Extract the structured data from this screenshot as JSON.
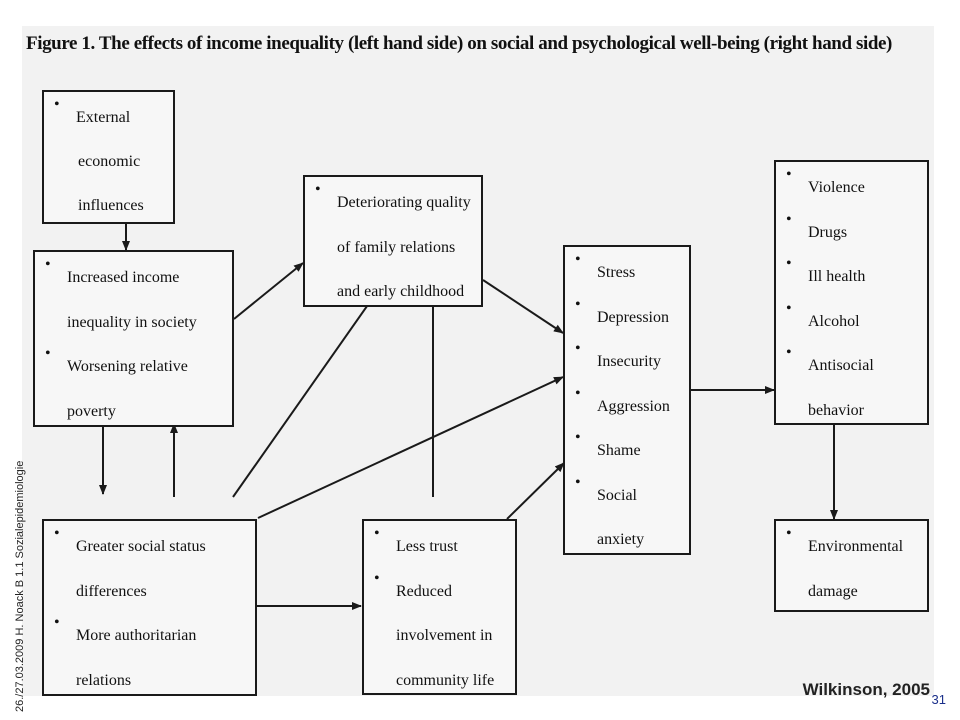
{
  "title": "Figure 1. The effects of income inequality (left hand side) on social and psychological well-being (right hand side)",
  "boxes": {
    "external": [
      "External economic influences"
    ],
    "inequality": [
      "Increased income inequality in society",
      "Worsening relative poverty"
    ],
    "family": [
      "Deteriorating quality of family relations and early childhood"
    ],
    "status": [
      "Greater social status differences",
      "More authoritarian relations"
    ],
    "trust": [
      "Less trust",
      "Reduced involvement in community life"
    ],
    "psych": [
      "Stress",
      "Depression",
      "Insecurity",
      "Aggression",
      "Shame",
      "Social anxiety"
    ],
    "outcomes": [
      "Violence",
      "Drugs",
      "Ill health",
      "Alcohol",
      "Antisocial behavior"
    ],
    "environment": [
      "Environmental damage"
    ]
  },
  "lines": {
    "external": [
      [
        "External"
      ],
      [
        "economic"
      ],
      [
        "influences"
      ]
    ],
    "inequality": [
      [
        "Increased income",
        "inequality in society"
      ],
      [
        "Worsening relative",
        "poverty"
      ]
    ],
    "family": [
      [
        "Deteriorating quality",
        "of family relations",
        "and early childhood"
      ]
    ],
    "status": [
      [
        "Greater social status",
        "differences"
      ],
      [
        "More authoritarian",
        "relations"
      ]
    ],
    "trust": [
      [
        "Less trust"
      ],
      [
        "Reduced",
        "involvement in",
        "community life"
      ]
    ],
    "psych": [
      [
        "Stress"
      ],
      [
        "Depression"
      ],
      [
        "Insecurity"
      ],
      [
        "Aggression"
      ],
      [
        "Shame"
      ],
      [
        "Social",
        "anxiety"
      ]
    ],
    "outcomes": [
      [
        "Violence"
      ],
      [
        "Drugs"
      ],
      [
        "Ill health"
      ],
      [
        "Alcohol"
      ],
      [
        "Antisocial",
        "behavior"
      ]
    ],
    "environment": [
      [
        "Environmental",
        "damage"
      ]
    ]
  },
  "credit": "26./27.03.2009 H. Noack    B 1.1 Sozialepidemiologie",
  "source": "Wilkinson, 2005",
  "page_number": "31"
}
